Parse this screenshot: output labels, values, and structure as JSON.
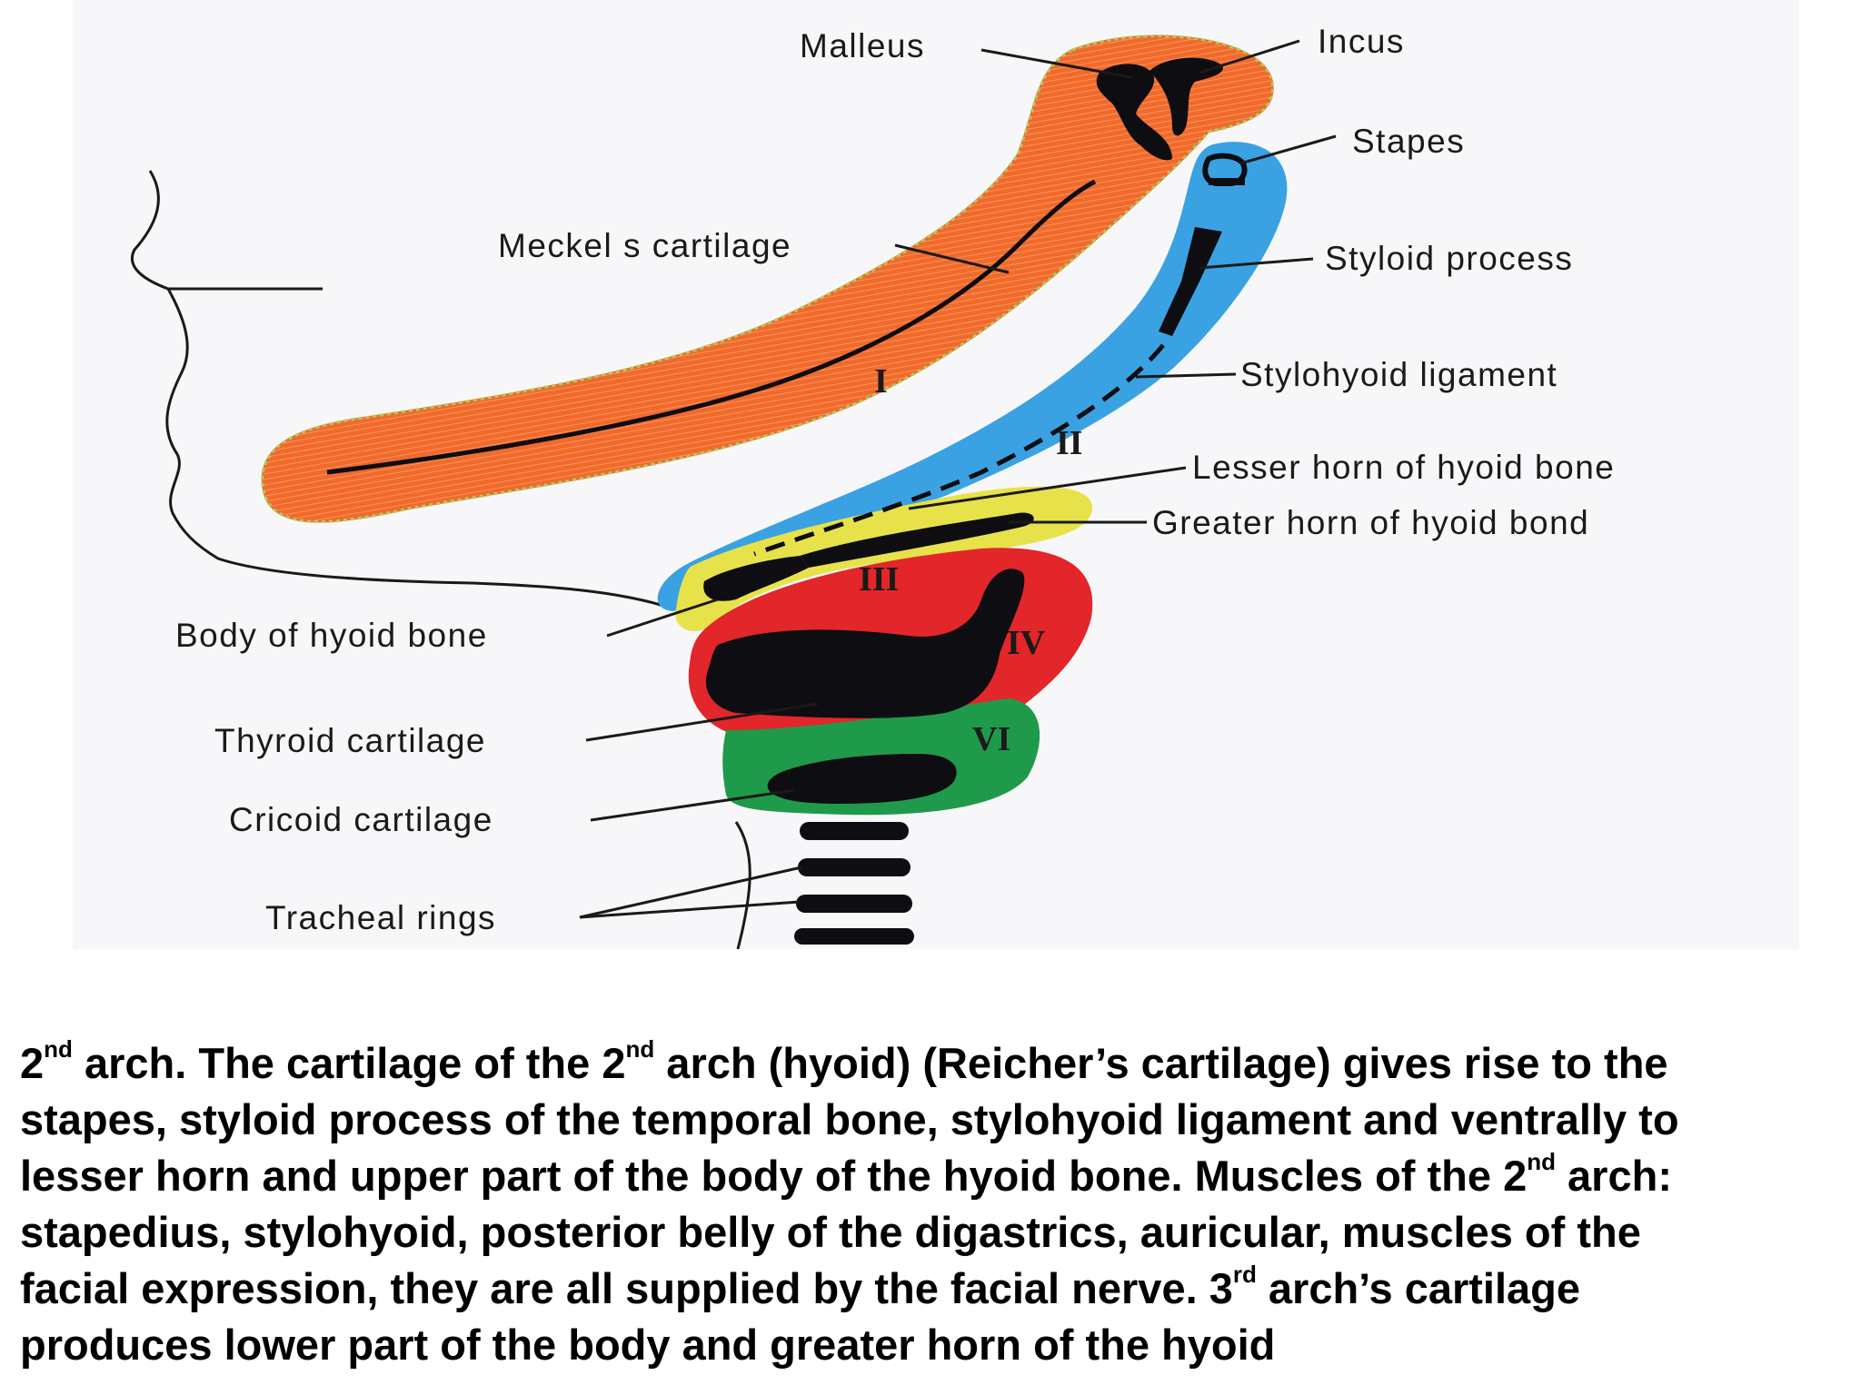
{
  "diagram": {
    "labels": {
      "malleus": "Malleus",
      "incus": "Incus",
      "stapes": "Stapes",
      "meckels": "Meckel s cartilage",
      "styloid": "Styloid process",
      "stylohyoid": "Stylohyoid ligament",
      "lesser_horn": "Lesser horn of hyoid bone",
      "greater_horn": "Greater horn of hyoid bond",
      "body_hyoid": "Body of hyoid bone",
      "thyroid": "Thyroid cartilage",
      "cricoid": "Cricoid cartilage",
      "tracheal": "Tracheal rings"
    },
    "arch_numerals": {
      "arch1": "I",
      "arch2": "II",
      "arch3": "III",
      "arch4": "IV",
      "arch6": "VI"
    },
    "colors": {
      "arch1": "#f26a2a",
      "arch2": "#3aa2e2",
      "arch3": "#e8e24a",
      "arch4": "#e2262a",
      "arch6": "#1f9a4a",
      "cartilage": "#0d0d12"
    }
  },
  "caption": {
    "l1_a": "2",
    "l1_sup1": "nd",
    "l1_b": " arch. The cartilage of the 2",
    "l1_sup2": "nd",
    "l1_c": " arch (hyoid) (Reicher’s cartilage) gives rise to the",
    "l2": "stapes, styloid process of the temporal bone, stylohyoid ligament and ventrally to",
    "l3_a": "lesser horn and upper part of the body of the hyoid bone. Muscles of the 2",
    "l3_sup": "nd",
    "l3_b": " arch:",
    "l4": "stapedius, stylohyoid, posterior belly of the digastrics, auricular, muscles of the",
    "l5_a": "facial expression, they are all supplied by the facial nerve. 3",
    "l5_sup": "rd",
    "l5_b": " arch’s cartilage",
    "l6": "produces lower part of the body and greater horn of the hyoid"
  }
}
